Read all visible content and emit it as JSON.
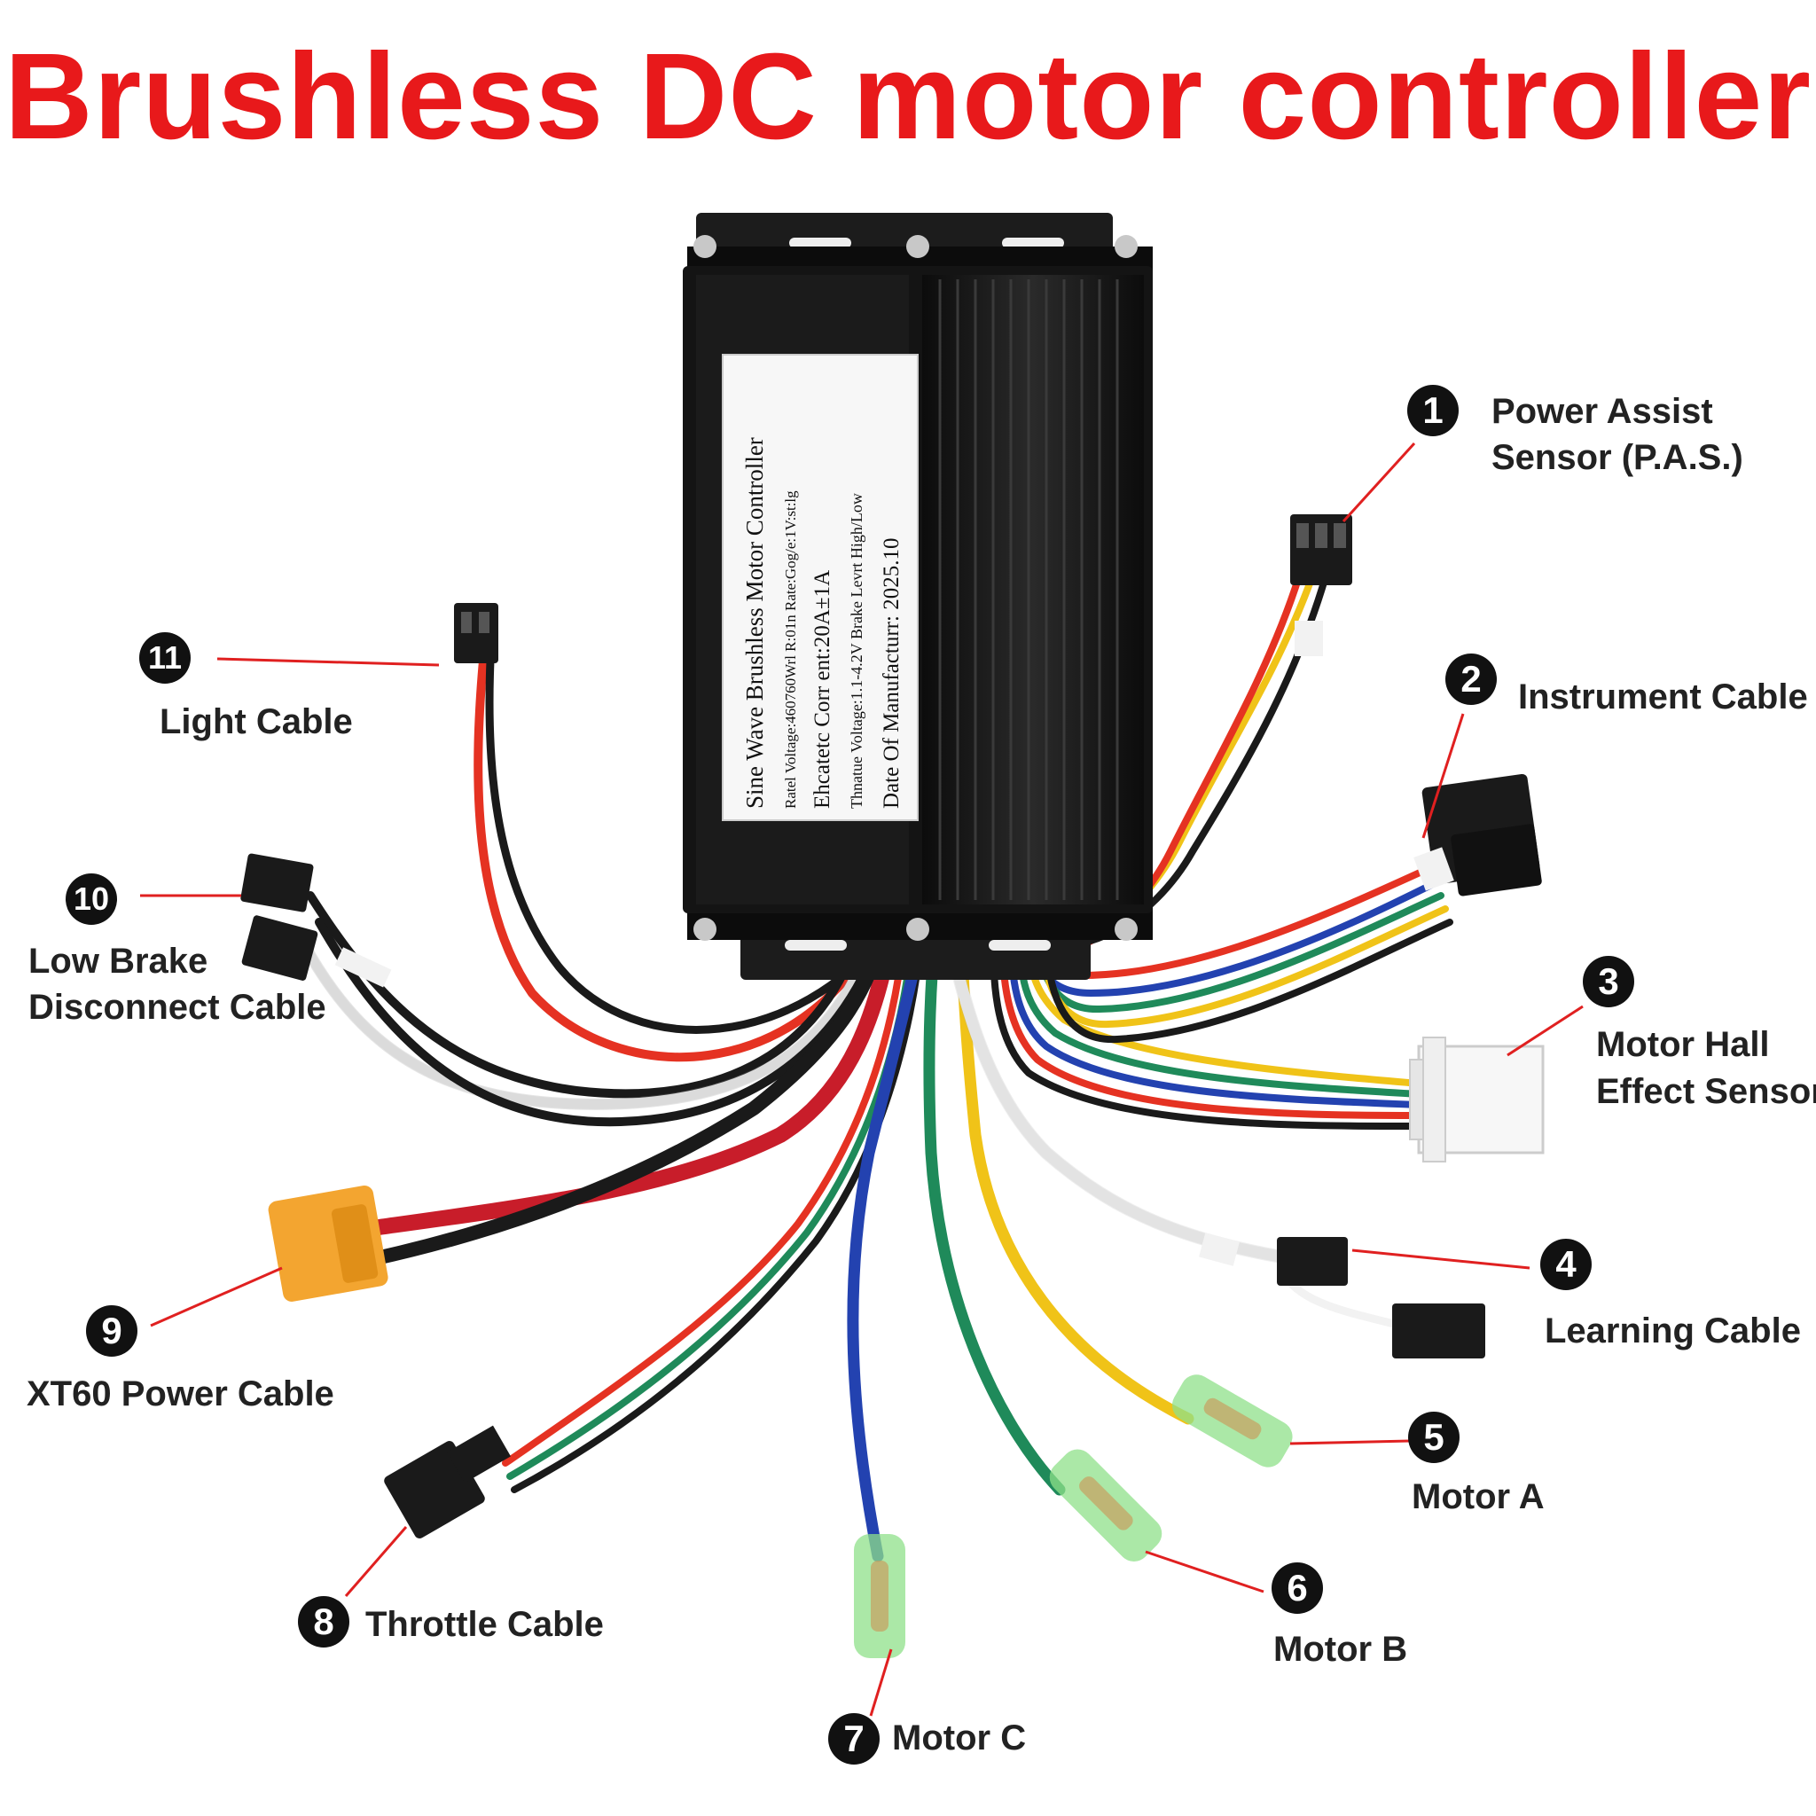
{
  "title": "Brushless DC motor controller",
  "sticker": {
    "line1": "Sine Wave Brushless Motor Controller",
    "line2": "Ratel Voltage:460760Wrl R:01n   Rate:Gog/e:1V:st:lg",
    "line3": "Ehcatetc Corr ent:20A±1A",
    "line4": "Thnatue Voltage:1.1-4.2V   Brake Levrt High/Low",
    "line5": "Date Of Manufacturr: 2025.10"
  },
  "callouts": [
    {
      "number": "1",
      "line1": "Power Assist",
      "line2": "Sensor (P.A.S.)"
    },
    {
      "number": "2",
      "line1": "Instrument Cable",
      "line2": ""
    },
    {
      "number": "3",
      "line1": "Motor Hall",
      "line2": "Effect Sensor"
    },
    {
      "number": "4",
      "line1": "Learning Cable",
      "line2": ""
    },
    {
      "number": "5",
      "line1": "Motor A",
      "line2": ""
    },
    {
      "number": "6",
      "line1": "Motor B",
      "line2": ""
    },
    {
      "number": "7",
      "line1": "Motor C",
      "line2": ""
    },
    {
      "number": "8",
      "line1": "Throttle Cable",
      "line2": ""
    },
    {
      "number": "9",
      "line1": "XT60 Power Cable",
      "line2": ""
    },
    {
      "number": "10",
      "line1": "Low Brake",
      "line2": "Disconnect Cable"
    },
    {
      "number": "11",
      "line1": "Light Cable",
      "line2": ""
    }
  ],
  "colors": {
    "title": "#e8191b",
    "leader": "#e02020",
    "housing": "#141414",
    "wire_red": "#e53222",
    "wire_black": "#1a1a1a",
    "wire_blue": "#2342b0",
    "wire_green": "#1f8a5a",
    "wire_yellow": "#f0c318",
    "wire_white": "#f2f2f2",
    "connector_xt60": "#f3a530",
    "terminal_green": "#8fe08a"
  }
}
